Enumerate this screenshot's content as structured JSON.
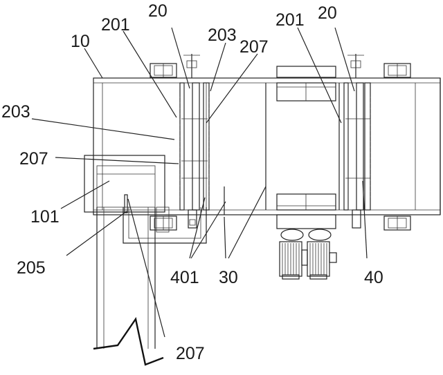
{
  "figure": {
    "labels": {
      "l10": "10",
      "l201_left": "201",
      "l20_left": "20",
      "l203_top": "203",
      "l207_top": "207",
      "l201_right": "201",
      "l20_right": "20",
      "l203_left": "203",
      "l207_left": "207",
      "l101": "101",
      "l205": "205",
      "l401": "401",
      "l30": "30",
      "l40": "40",
      "l207_bottom": "207"
    }
  }
}
